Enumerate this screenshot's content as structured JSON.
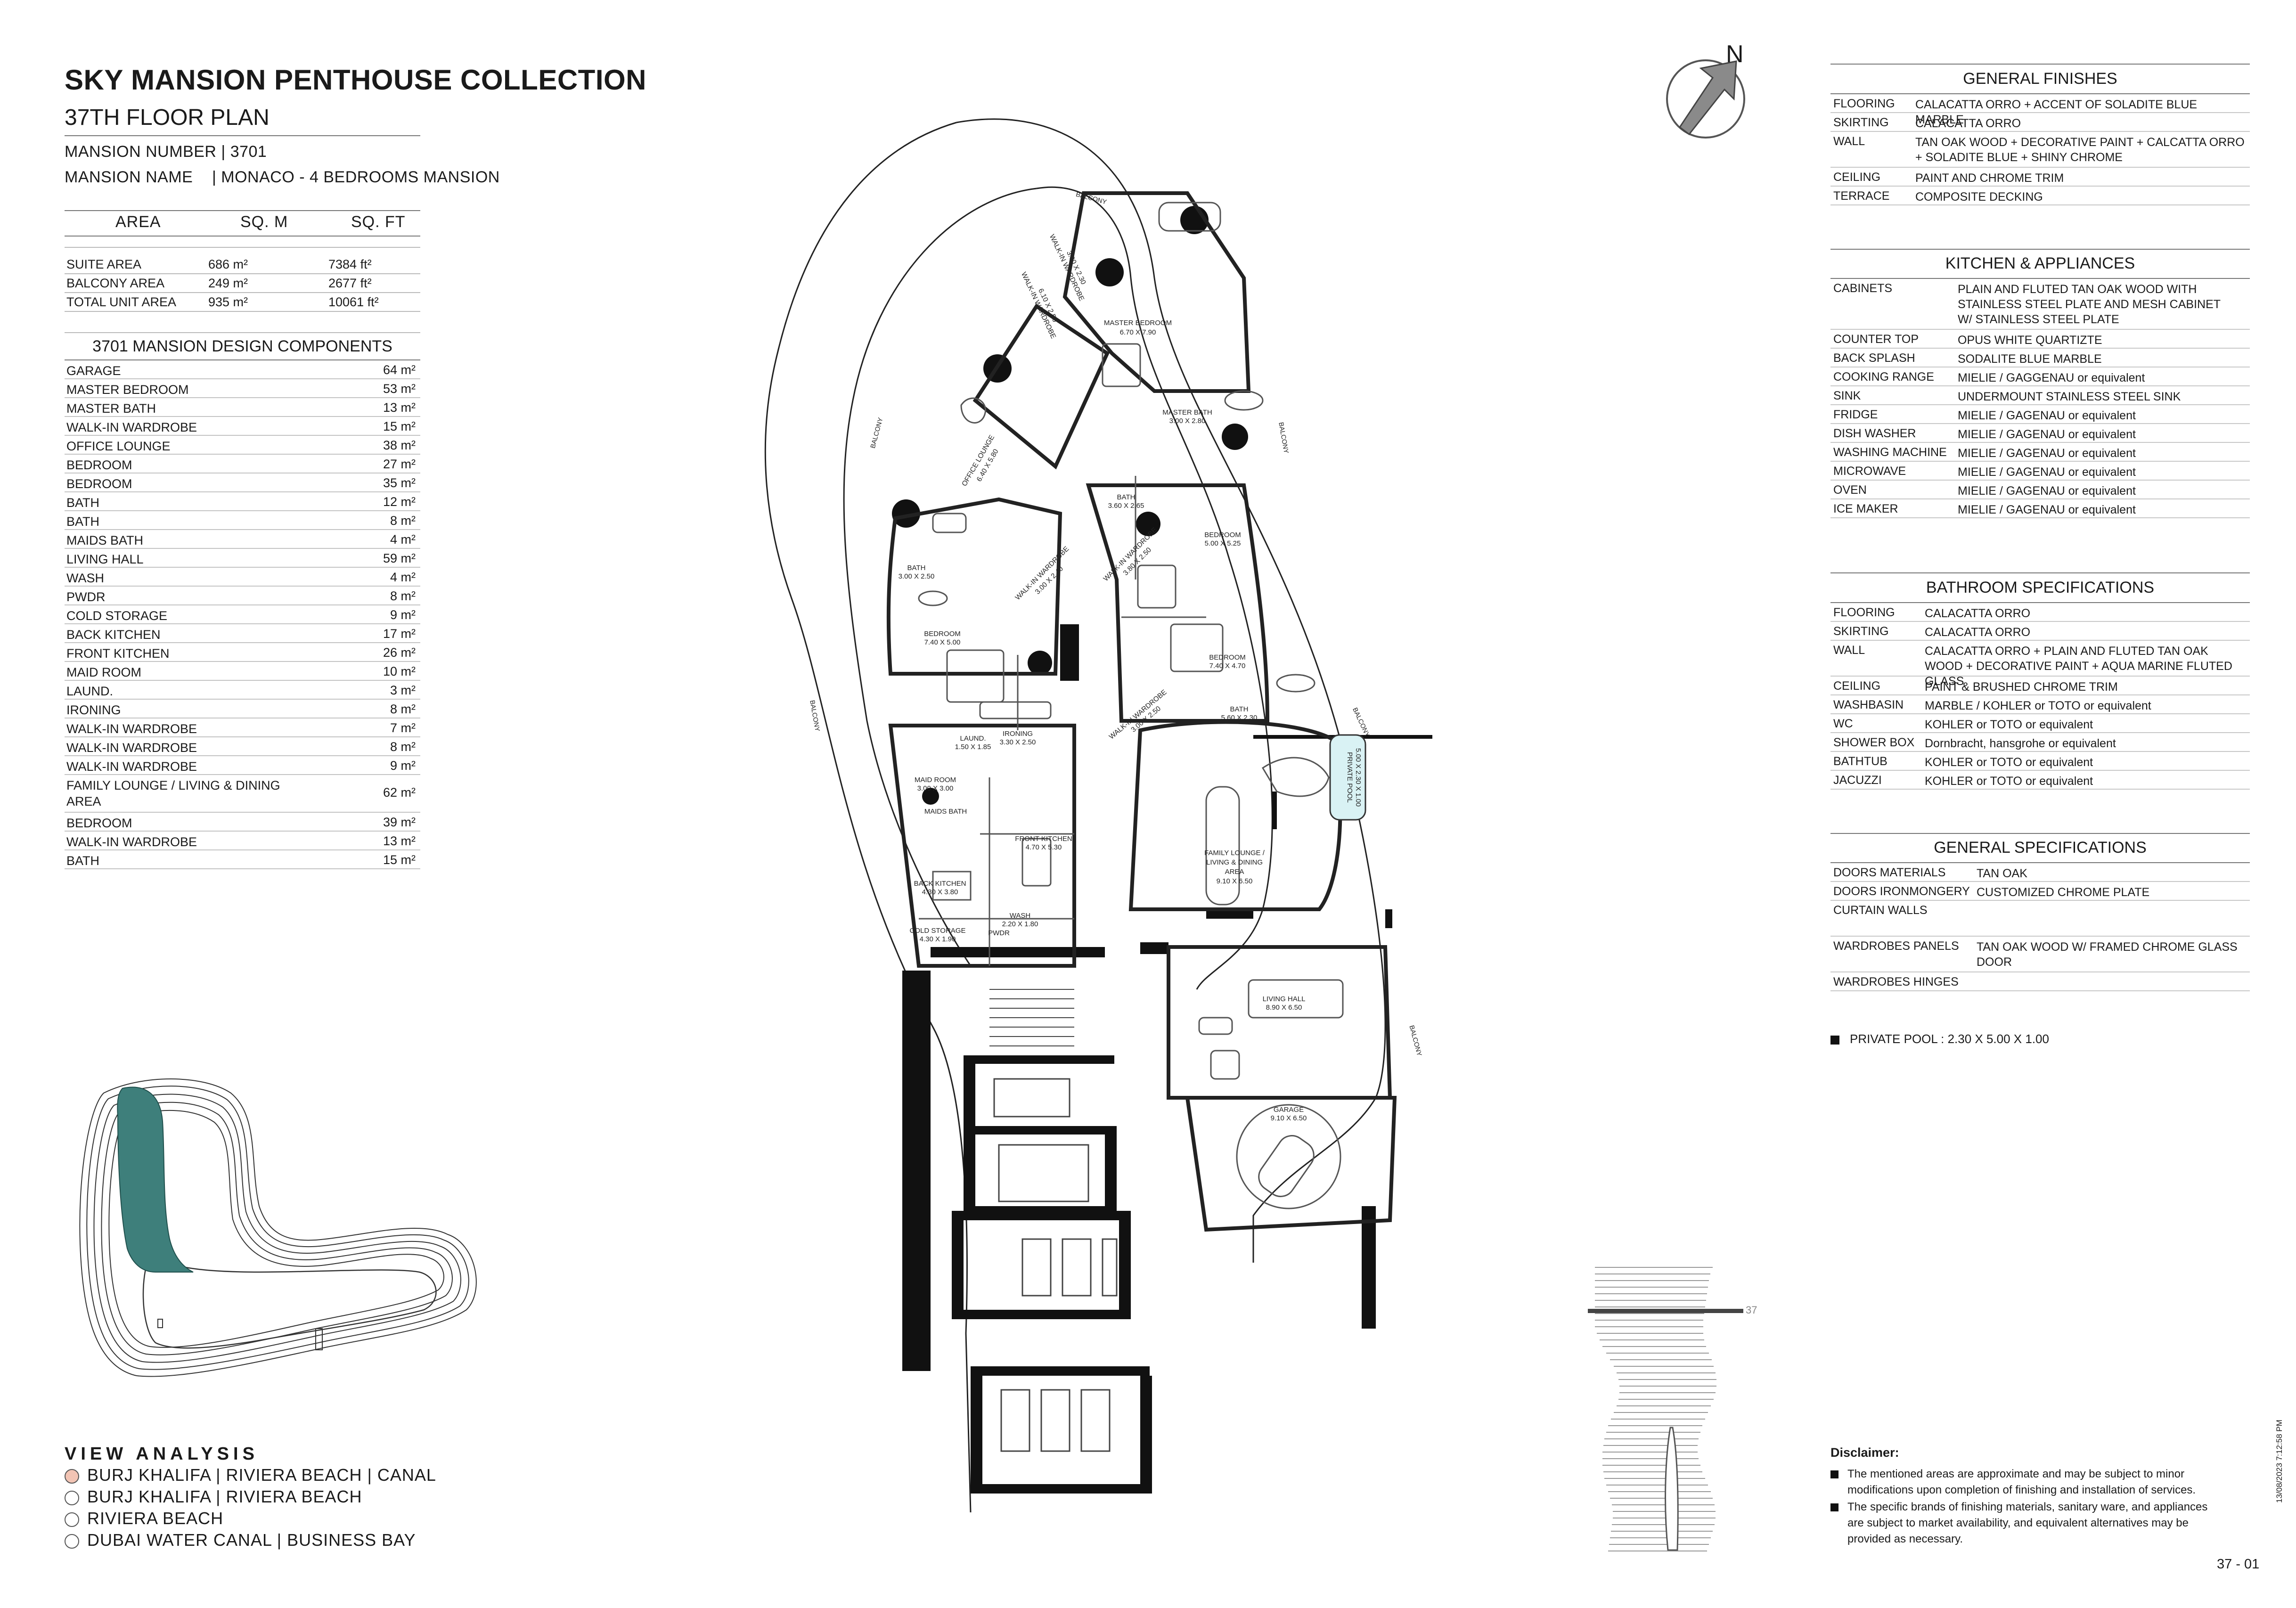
{
  "header": {
    "title": "SKY MANSION PENTHOUSE COLLECTION",
    "subtitle": "37TH FLOOR PLAN",
    "mansion_number": "MANSION NUMBER | 3701",
    "mansion_name_label": "MANSION NAME",
    "mansion_name_value": "| MONACO - 4 BEDROOMS MANSION"
  },
  "area_table": {
    "headers": [
      "AREA",
      "SQ. M",
      "SQ. FT"
    ],
    "rows": [
      {
        "label": "SUITE AREA",
        "sqm": "686 m²",
        "sqft": "7384 ft²"
      },
      {
        "label": "BALCONY AREA",
        "sqm": "249 m²",
        "sqft": "2677 ft²"
      },
      {
        "label": "TOTAL UNIT AREA",
        "sqm": "935 m²",
        "sqft": "10061 ft²"
      }
    ]
  },
  "components": {
    "title": "3701 MANSION DESIGN COMPONENTS",
    "items": [
      {
        "name": "GARAGE",
        "value": "64 m²"
      },
      {
        "name": "MASTER BEDROOM",
        "value": "53 m²"
      },
      {
        "name": "MASTER BATH",
        "value": "13 m²"
      },
      {
        "name": "WALK-IN WARDROBE",
        "value": "15 m²"
      },
      {
        "name": "OFFICE LOUNGE",
        "value": "38 m²"
      },
      {
        "name": "BEDROOM",
        "value": "27 m²"
      },
      {
        "name": "BEDROOM",
        "value": "35 m²"
      },
      {
        "name": "BATH",
        "value": "12 m²"
      },
      {
        "name": "BATH",
        "value": "8 m²"
      },
      {
        "name": "MAIDS BATH",
        "value": "4 m²"
      },
      {
        "name": "LIVING HALL",
        "value": "59 m²"
      },
      {
        "name": "WASH",
        "value": "4 m²"
      },
      {
        "name": "PWDR",
        "value": "8 m²"
      },
      {
        "name": "COLD STORAGE",
        "value": "9 m²"
      },
      {
        "name": "BACK KITCHEN",
        "value": "17 m²"
      },
      {
        "name": "FRONT KITCHEN",
        "value": "26 m²"
      },
      {
        "name": "MAID ROOM",
        "value": "10 m²"
      },
      {
        "name": "LAUND.",
        "value": "3 m²"
      },
      {
        "name": "IRONING",
        "value": "8 m²"
      },
      {
        "name": "WALK-IN WARDROBE",
        "value": "7 m²"
      },
      {
        "name": "WALK-IN WARDROBE",
        "value": "8 m²"
      },
      {
        "name": "WALK-IN WARDROBE",
        "value": "9 m²"
      },
      {
        "name": "FAMILY LOUNGE / LIVING & DINING AREA",
        "value": "62 m²"
      },
      {
        "name": "BEDROOM",
        "value": "39 m²"
      },
      {
        "name": "WALK-IN WARDROBE",
        "value": "13 m²"
      },
      {
        "name": "BATH",
        "value": "15 m²"
      }
    ]
  },
  "view_analysis": {
    "title": "VIEW ANALYSIS",
    "items": [
      {
        "label": "BURJ KHALIFA | RIVIERA BEACH | CANAL",
        "selected": true
      },
      {
        "label": "BURJ KHALIFA | RIVIERA BEACH",
        "selected": false
      },
      {
        "label": "RIVIERA BEACH",
        "selected": false
      },
      {
        "label": "DUBAI WATER CANAL | BUSINESS BAY",
        "selected": false
      }
    ],
    "selected_color": "#f2c4b4"
  },
  "general_finishes": {
    "title": "GENERAL FINISHES",
    "rows": [
      {
        "key": "FLOORING",
        "value": "CALACATTA ORRO + ACCENT OF SOLADITE BLUE MARBLE"
      },
      {
        "key": "SKIRTING",
        "value": "CALACATTA ORRO"
      },
      {
        "key": "WALL",
        "value": "TAN OAK WOOD + DECORATIVE PAINT + CALCATTA ORRO + SOLADITE BLUE + SHINY CHROME"
      },
      {
        "key": "CEILING",
        "value": "PAINT AND CHROME TRIM"
      },
      {
        "key": "TERRACE",
        "value": "COMPOSITE DECKING"
      }
    ]
  },
  "kitchen": {
    "title": "KITCHEN & APPLIANCES",
    "rows": [
      {
        "key": "CABINETS",
        "value": "PLAIN AND FLUTED TAN OAK WOOD WITH STAINLESS STEEL PLATE AND MESH CABINET W/ STAINLESS STEEL PLATE"
      },
      {
        "key": "COUNTER TOP",
        "value": "OPUS WHITE QUARTIZTE"
      },
      {
        "key": "BACK SPLASH",
        "value": "SODALITE BLUE MARBLE"
      },
      {
        "key": "COOKING RANGE",
        "value": "MIELIE / GAGGENAU or equivalent"
      },
      {
        "key": "SINK",
        "value": "UNDERMOUNT STAINLESS STEEL SINK"
      },
      {
        "key": "FRIDGE",
        "value": "MIELIE / GAGENAU or equivalent"
      },
      {
        "key": "DISH WASHER",
        "value": "MIELIE / GAGENAU or equivalent"
      },
      {
        "key": "WASHING MACHINE",
        "value": "MIELIE / GAGENAU or equivalent"
      },
      {
        "key": "MICROWAVE",
        "value": "MIELIE / GAGENAU or equivalent"
      },
      {
        "key": "OVEN",
        "value": "MIELIE / GAGENAU or equivalent"
      },
      {
        "key": "ICE MAKER",
        "value": "MIELIE / GAGENAU or equivalent"
      }
    ]
  },
  "bathroom": {
    "title": "BATHROOM SPECIFICATIONS",
    "rows": [
      {
        "key": "FLOORING",
        "value": "CALACATTA ORRO"
      },
      {
        "key": "SKIRTING",
        "value": "CALACATTA ORRO"
      },
      {
        "key": "WALL",
        "value": "CALACATTA ORRO + PLAIN AND FLUTED TAN OAK WOOD + DECORATIVE PAINT + AQUA MARINE FLUTED GLASS"
      },
      {
        "key": "CEILING",
        "value": "PAINT & BRUSHED CHROME TRIM"
      },
      {
        "key": "WASHBASIN",
        "value": "MARBLE / KOHLER or TOTO or equivalent"
      },
      {
        "key": "WC",
        "value": "KOHLER or TOTO or equivalent"
      },
      {
        "key": "SHOWER BOX",
        "value": "Dornbracht, hansgrohe or equivalent"
      },
      {
        "key": "BATHTUB",
        "value": "KOHLER or TOTO or equivalent"
      },
      {
        "key": "JACUZZI",
        "value": "KOHLER or TOTO or equivalent"
      }
    ]
  },
  "general_specs": {
    "title": "GENERAL SPECIFICATIONS",
    "rows": [
      {
        "key": "DOORS MATERIALS",
        "value": "TAN OAK"
      },
      {
        "key": "DOORS IRONMONGERY",
        "value": "CUSTOMIZED CHROME PLATE"
      },
      {
        "key": "CURTAIN WALLS",
        "value": ""
      },
      {
        "key": "WARDROBES PANELS",
        "value": "TAN OAK WOOD W/ FRAMED CHROME GLASS DOOR"
      },
      {
        "key": "WARDROBES HINGES",
        "value": ""
      }
    ]
  },
  "pool_note": "PRIVATE POOL :  2.30 X 5.00 X 1.00",
  "disclaimer": {
    "title": "Disclaimer:",
    "items": [
      "The mentioned areas are approximate and may be subject to minor modifications  upon completion of finishing and installation of services.",
      "The specific brands of finishing materials, sanitary ware, and appliances are subject to market availability, and equivalent alternatives may be provided as necessary."
    ]
  },
  "page_number": "37 - 01",
  "print_date": "13/08/2023 7:12:58 PM",
  "north_label": "N",
  "floor_marker": "37",
  "plan": {
    "rooms": [
      {
        "name": "MASTER BEDROOM",
        "dim": "6.70 X 7.90"
      },
      {
        "name": "WALK-IN WARDROBE",
        "dim": "3.00 X 2.30"
      },
      {
        "name": "WALK-IN WARDROBE",
        "dim": "6.10 X 2.50"
      },
      {
        "name": "MASTER BATH",
        "dim": "3.00 X 2.80"
      },
      {
        "name": "OFFICE LOUNGE",
        "dim": "6.40 X 5.80"
      },
      {
        "name": "BATH",
        "dim": "3.60 X 2.65"
      },
      {
        "name": "BEDROOM",
        "dim": "5.00 X 5.25"
      },
      {
        "name": "BATH",
        "dim": "3.00 X 2.50"
      },
      {
        "name": "WALK-IN WARDROBE",
        "dim": "3.00 X 2.40"
      },
      {
        "name": "WALK-IN WARDROBE",
        "dim": "3.80 X 2.50"
      },
      {
        "name": "BEDROOM",
        "dim": "7.40 X 5.00"
      },
      {
        "name": "BEDROOM",
        "dim": "7.40 X 4.70"
      },
      {
        "name": "WALK-IN WARDROBE",
        "dim": "3.00 X 2.50"
      },
      {
        "name": "BATH",
        "dim": "5.60 X 2.30"
      },
      {
        "name": "MAID ROOM",
        "dim": "3.00 X 3.00"
      },
      {
        "name": "LAUND.",
        "dim": "1.50 X 1.85"
      },
      {
        "name": "IRONING",
        "dim": "3.30 X 2.50"
      },
      {
        "name": "MAIDS BATH",
        "dim": ""
      },
      {
        "name": "FRONT KITCHEN",
        "dim": "4.70 X 5.30"
      },
      {
        "name": "BACK KITCHEN",
        "dim": "4.30 X 3.80"
      },
      {
        "name": "FAMILY LOUNGE / LIVING & DINING AREA",
        "dim": "9.10 X 6.50"
      },
      {
        "name": "COLD STORAGE",
        "dim": "4.30 X 1.90"
      },
      {
        "name": "WASH",
        "dim": "2.20 X 1.80"
      },
      {
        "name": "PWDR",
        "dim": ""
      },
      {
        "name": "LIVING HALL",
        "dim": "8.90 X 6.50"
      },
      {
        "name": "GARAGE",
        "dim": "9.10 X 6.50"
      },
      {
        "name": "PRIVATE POOL",
        "dim": "5.00 X 2.30 X 1.00"
      }
    ],
    "balcony_label": "BALCONY"
  },
  "colors": {
    "accent_teal": "#3e7f7b",
    "wall_black": "#111111",
    "pool_blue": "#d9f2f4"
  }
}
